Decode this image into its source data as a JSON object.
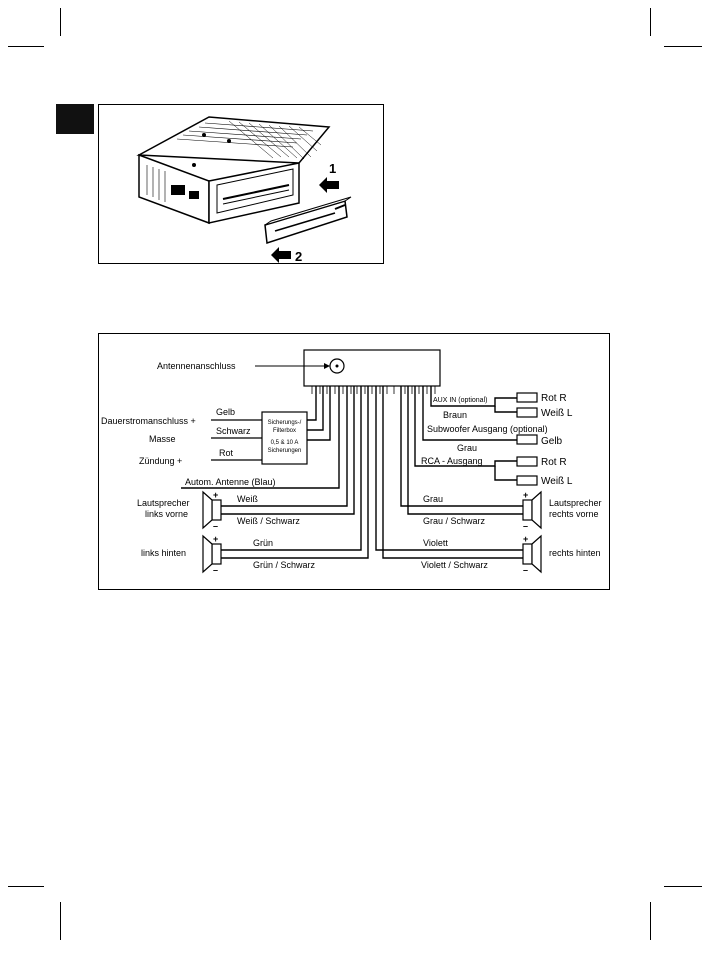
{
  "figure1": {
    "step1": "1",
    "step2": "2"
  },
  "figure2": {
    "antenna_connector": "Antennenanschluss",
    "aux_in": "AUX IN (optional)",
    "aux_wire": "Braun",
    "aux_rot_r": "Rot R",
    "aux_weiss_l": "Weiß L",
    "subwoofer_out": "Subwoofer Ausgang (optional)",
    "subwoofer_wire": "Grau",
    "subwoofer_gelb": "Gelb",
    "rca_out": "RCA - Ausgang",
    "rca_rot_r": "Rot R",
    "rca_weiss_l": "Weiß L",
    "permanent_power": "Dauerstromanschluss +",
    "permanent_wire": "Gelb",
    "ground": "Masse",
    "ground_wire": "Schwarz",
    "ignition": "Zündung +",
    "ignition_wire": "Rot",
    "fuse_box_line1": "Sicherungs-/",
    "fuse_box_line2": "Filterbox",
    "fuse_box_line3": "0,5 & 10 A",
    "fuse_box_line4": "Sicherungen",
    "auto_antenna": "Autom. Antenne (Blau)",
    "speaker_front_left_line1": "Lautsprecher",
    "speaker_front_left_line2": "links vorne",
    "front_left_pos_wire": "Weiß",
    "front_left_neg_wire": "Weiß / Schwarz",
    "speaker_rear_left": "links hinten",
    "rear_left_pos_wire": "Grün",
    "rear_left_neg_wire": "Grün / Schwarz",
    "speaker_front_right_line1": "Lautsprecher",
    "speaker_front_right_line2": "rechts vorne",
    "front_right_pos_wire": "Grau",
    "front_right_neg_wire": "Grau / Schwarz",
    "speaker_rear_right": "rechts hinten",
    "rear_right_pos_wire": "Violett",
    "rear_right_neg_wire": "Violett / Schwarz",
    "plus": "+",
    "minus": "–"
  }
}
